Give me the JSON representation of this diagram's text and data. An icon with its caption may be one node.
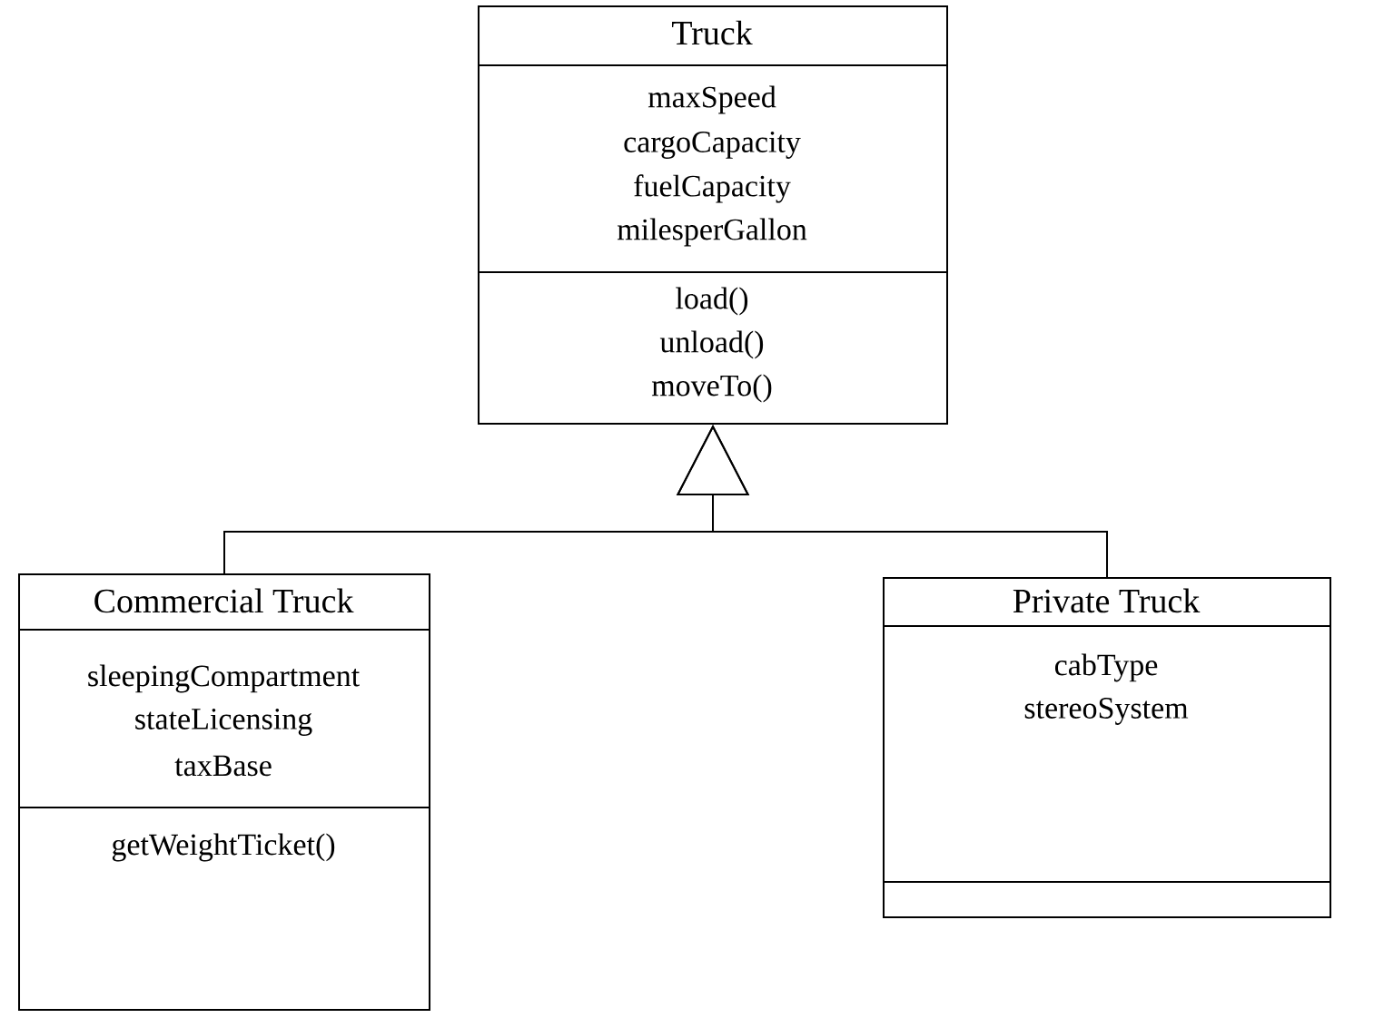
{
  "diagram": {
    "nodes": [
      {
        "text": [
          "Truck",
          "maxSpeed",
          "cargoCapacity",
          "fuelCapacity",
          "milesperGallon",
          "load()",
          "unload()",
          "moveTo()"
        ]
      },
      {
        "text": [
          "Commercial Truck",
          "sleepingCompartment",
          "stateLicensing",
          "taxBase",
          "getWeightTicket()"
        ]
      },
      {
        "text": [
          "Private Truck",
          "cabType",
          "stereoSystem"
        ]
      }
    ],
    "edges": [
      {
        "from": 1,
        "to": 0,
        "arrow": "to"
      },
      {
        "from": 2,
        "to": 0,
        "arrow": "to"
      }
    ]
  }
}
